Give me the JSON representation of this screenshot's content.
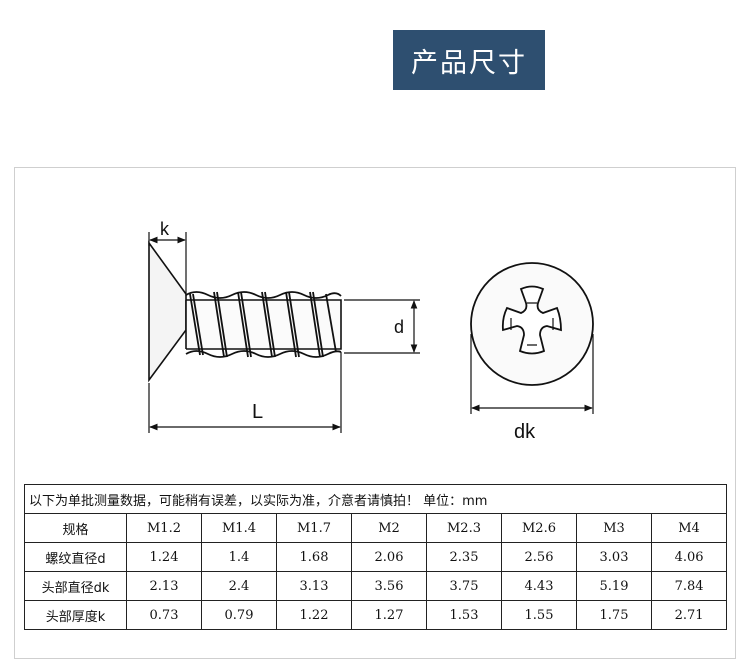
{
  "title": "产品尺寸",
  "diagram": {
    "label_k": "k",
    "label_d": "d",
    "label_L": "L",
    "label_dk": "dk"
  },
  "table": {
    "note": "以下为单批测量数据，可能稍有误差，以实际为准，介意者请慎拍！  单位：mm",
    "header_label": "规格",
    "sizes": [
      "M1.2",
      "M1.4",
      "M1.7",
      "M2",
      "M2.3",
      "M2.6",
      "M3",
      "M4"
    ],
    "rows": [
      {
        "label": "螺纹直径d",
        "values": [
          "1.24",
          "1.4",
          "1.68",
          "2.06",
          "2.35",
          "2.56",
          "3.03",
          "4.06"
        ]
      },
      {
        "label": "头部直径dk",
        "values": [
          "2.13",
          "2.4",
          "3.13",
          "3.56",
          "3.75",
          "4.43",
          "5.19",
          "7.84"
        ]
      },
      {
        "label": "头部厚度k",
        "values": [
          "0.73",
          "0.79",
          "1.22",
          "1.27",
          "1.53",
          "1.55",
          "1.75",
          "2.71"
        ]
      }
    ]
  }
}
